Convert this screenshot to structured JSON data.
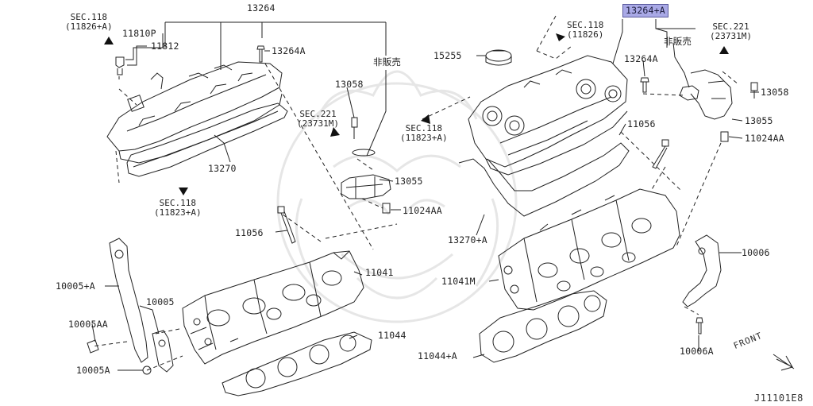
{
  "diagram_code": "J11101E8",
  "front_label": "FRONT",
  "sections": {
    "sec_118_11826a": {
      "line1": "SEC.118",
      "line2": "(11826+A)"
    },
    "sec_118_11823a_left": {
      "line1": "SEC.118",
      "line2": "(11823+A)"
    },
    "sec_221_left": {
      "line1": "SEC.221",
      "line2": "(23731M)"
    },
    "sec_118_11826": {
      "line1": "SEC.118",
      "line2": "(11826)"
    },
    "sec_118_11823a_mid": {
      "line1": "SEC.118",
      "line2": "(11823+A)"
    },
    "sec_221_right": {
      "line1": "SEC.221",
      "line2": "(23731M)"
    }
  },
  "parts": {
    "p13264_top": "13264",
    "p11810p": "11810P",
    "p11812": "11812",
    "p13264a_left": "13264A",
    "not_for_sale_left": "非販売",
    "p13270": "13270",
    "p13058_left": "13058",
    "p13055_left": "13055",
    "p11024aa_left": "11024AA",
    "p11056_left": "11056",
    "p11041": "11041",
    "p10005a_plus": "10005+A",
    "p10005": "10005",
    "p10005aa": "10005AA",
    "p10005a": "10005A",
    "p11044": "11044",
    "p13264a_plus_highlight": "13264+A",
    "p15255": "15255",
    "p13264a_right": "13264A",
    "not_for_sale_right": "非販売",
    "p13058_right": "13058",
    "p13055_right": "13055",
    "p11024aa_right": "11024AA",
    "p11056_right": "11056",
    "p13270a": "13270+A",
    "p11041m": "11041M",
    "p10006": "10006",
    "p10006a": "10006A",
    "p11044a": "11044+A"
  },
  "colors": {
    "highlight_fill": "#a9a9e6",
    "line": "#222222",
    "watermark": "#e6e6e6"
  }
}
